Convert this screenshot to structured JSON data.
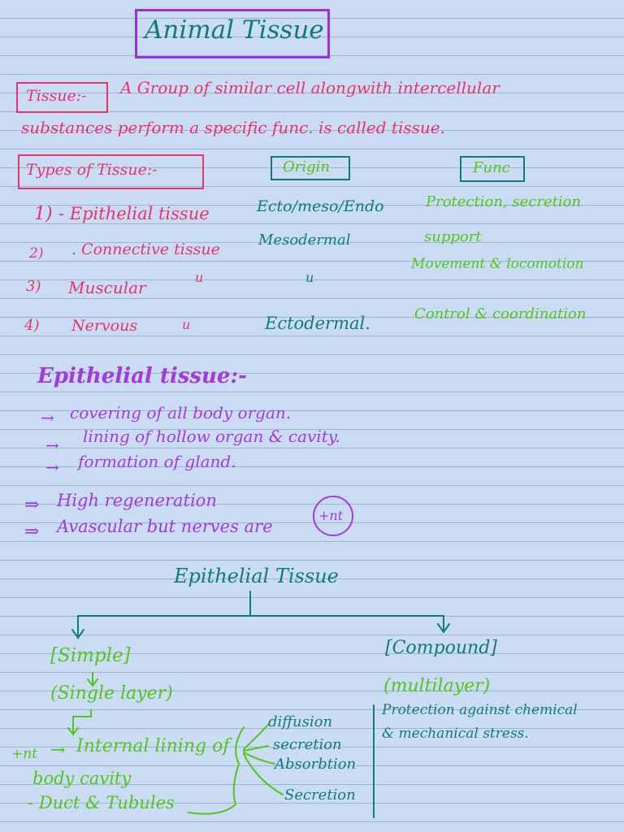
{
  "title": "Animal Tissue",
  "definition": {
    "label": "Tissue:-",
    "line1": "A Group of  similar cell alongwith intercellular",
    "line2": "substances  perform a specific  func. is called tissue."
  },
  "types_table": {
    "headers": [
      "Types of  Tissue:-",
      "Origin",
      "Func"
    ],
    "rows": [
      {
        "num": "1)",
        "name": "- Epithelial tissue",
        "origin": "Ecto/meso/Endo",
        "func": "Protection, secretion"
      },
      {
        "num": "2)",
        "name": ". Connective tissue",
        "origin": "Mesodermal",
        "func": "support"
      },
      {
        "num": "3)",
        "name": "Muscular",
        "ditto": "u",
        "origin": "u",
        "func": "Movement & locomotion"
      },
      {
        "num": "4)",
        "name": "Nervous",
        "ditto": "u",
        "origin": "Ectodermal.",
        "func": "Control & coordination"
      }
    ]
  },
  "epithelial": {
    "heading": "Epithelial tissue:-",
    "points": [
      "covering of  all body organ.",
      "lining of  hollow  organ & cavity.",
      "formation of gland."
    ],
    "arrow": "→",
    "double_arrow": "⇒",
    "facts": [
      "High regeneration",
      "Avascular  but nerves are"
    ],
    "circled": "+nt"
  },
  "diagram": {
    "root": "Epithelial Tissue",
    "left": {
      "label": "[Simple]",
      "sub": "(Single layer)"
    },
    "right": {
      "label": "[Compound]",
      "sub": "(multilayer)"
    },
    "compound_func": [
      "Protection against chemical",
      "& mechanical stress."
    ],
    "simple_func": {
      "prefix": "+nt",
      "main": "Internal lining of",
      "items": [
        "diffusion",
        "secretion",
        "Absorbtion",
        "Secretion"
      ],
      "extra": [
        "body cavity",
        "- Duct & Tubules"
      ]
    }
  },
  "colors": {
    "pink": "#e8336c",
    "teal": "#137a7a",
    "green": "#55c51c",
    "purple": "#a23ae0",
    "background": "#c9dcf3"
  }
}
